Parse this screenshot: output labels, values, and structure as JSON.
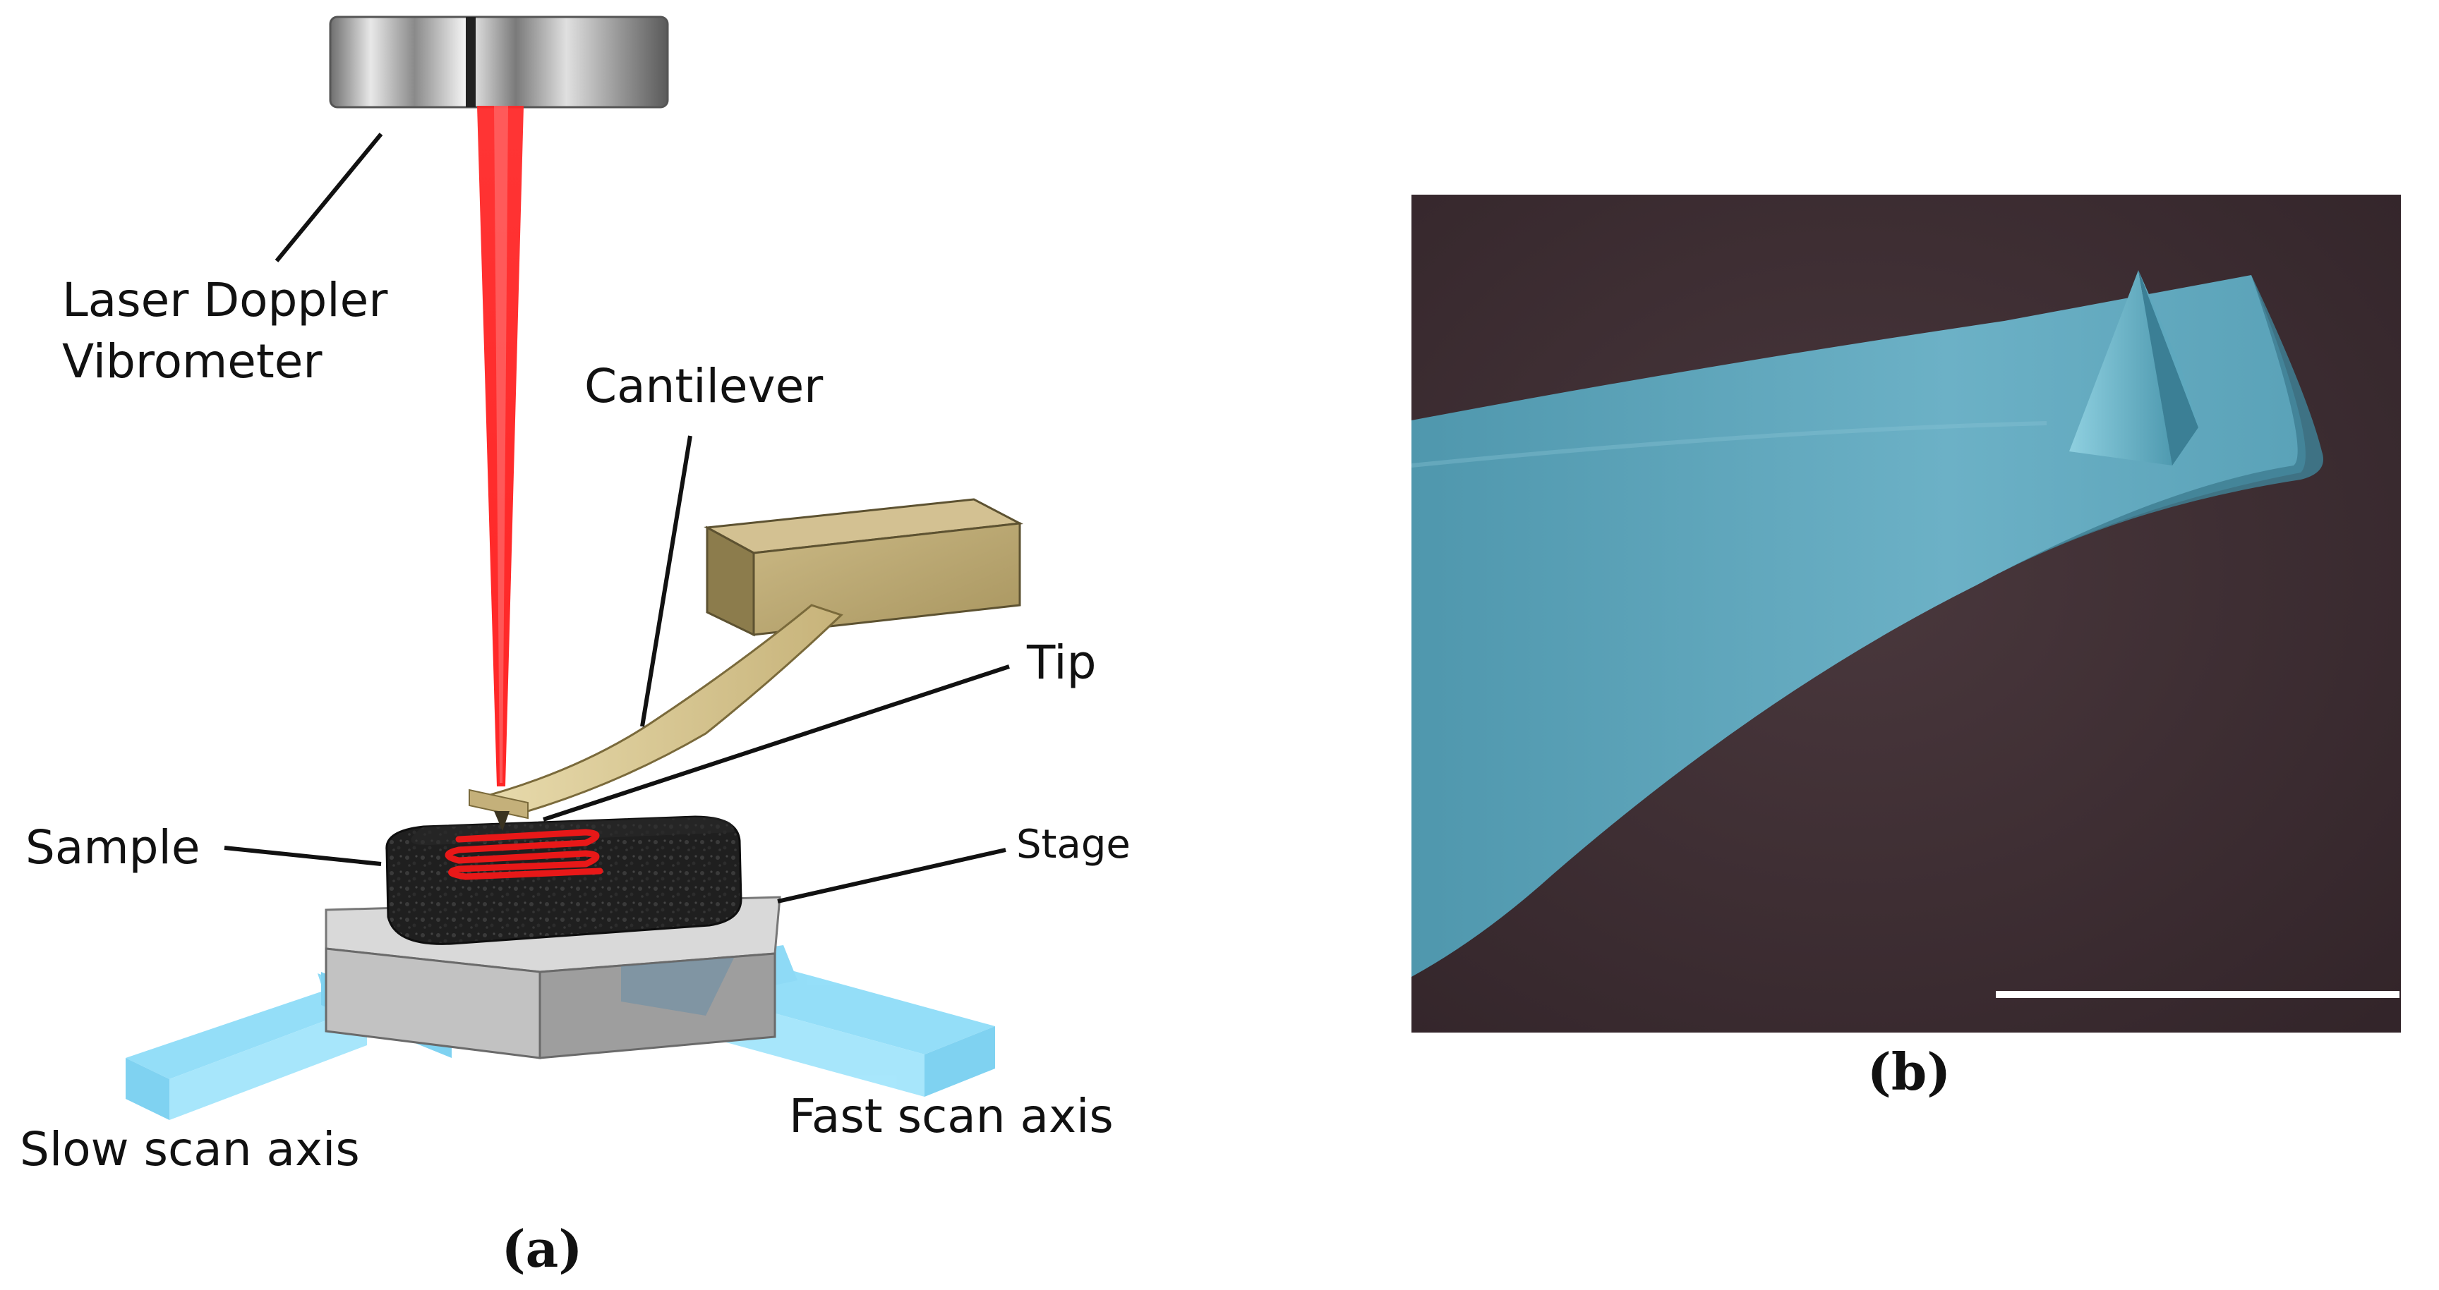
{
  "panel_a": {
    "labels": {
      "vibrometer_line1": "Laser Doppler",
      "vibrometer_line2": "Vibrometer",
      "cantilever": "Cantilever",
      "tip": "Tip",
      "sample": "Sample",
      "stage": "Stage",
      "slow_scan_axis": "Slow scan axis",
      "fast_scan_axis": "Fast scan axis"
    },
    "caption": "(a)"
  },
  "panel_b": {
    "caption": "(b)"
  },
  "colors": {
    "laser": "#ff1a1a",
    "cantilever": "#d8c58d",
    "holder": "#b6a36c",
    "sample": "#1e1e1e",
    "stage": "#c8c8c8",
    "scan_arrow": "#6fd3f5",
    "sem_background": "#3d2c31",
    "sem_cantilever": "#5fa7bd"
  }
}
